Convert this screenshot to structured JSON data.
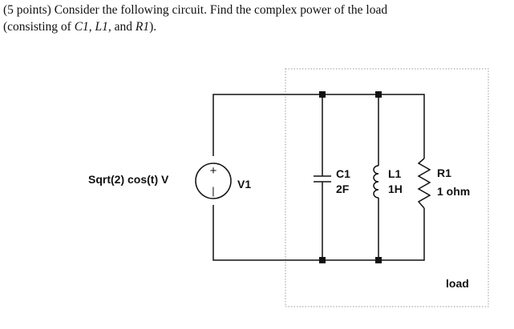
{
  "problem": {
    "line1": "(5 points) Consider the following circuit.  Find the complex power of the load",
    "line2_prefix": "(consisting of ",
    "c_ref": "C1",
    "sep1": ", ",
    "l_ref": "L1",
    "sep2": ", and ",
    "r_ref": "R1",
    "line2_suffix": ")."
  },
  "circuit": {
    "source_expr": "Sqrt(2) cos(t) V",
    "source_name": "V1",
    "source_plus": "+",
    "source_minus": "|",
    "c_name": "C1",
    "c_value": "2F",
    "l_name": "L1",
    "l_value": "1H",
    "r_name": "R1",
    "r_value": "1 ohm",
    "load_label": "load"
  }
}
